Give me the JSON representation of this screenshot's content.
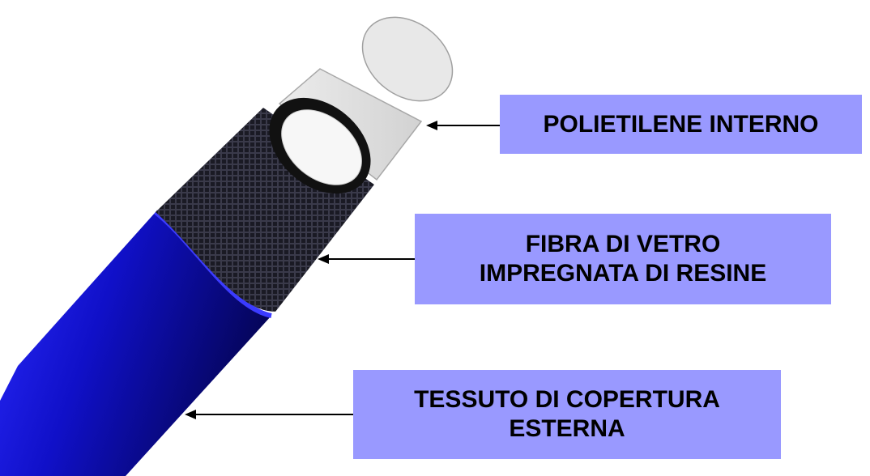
{
  "colors": {
    "label_background": "#9999ff",
    "outer_layer": "#1010c8",
    "fiber_layer": "#2a2a3a",
    "inner_tube": "#e6e6e6",
    "arrow": "#000000"
  },
  "labels": {
    "inner": {
      "line1": "POLIETILENE INTERNO"
    },
    "fiber": {
      "line1": "FIBRA DI VETRO",
      "line2": "IMPREGNATA DI RESINE"
    },
    "outer": {
      "line1": "TESSUTO DI COPERTURA",
      "line2": "ESTERNA"
    }
  }
}
